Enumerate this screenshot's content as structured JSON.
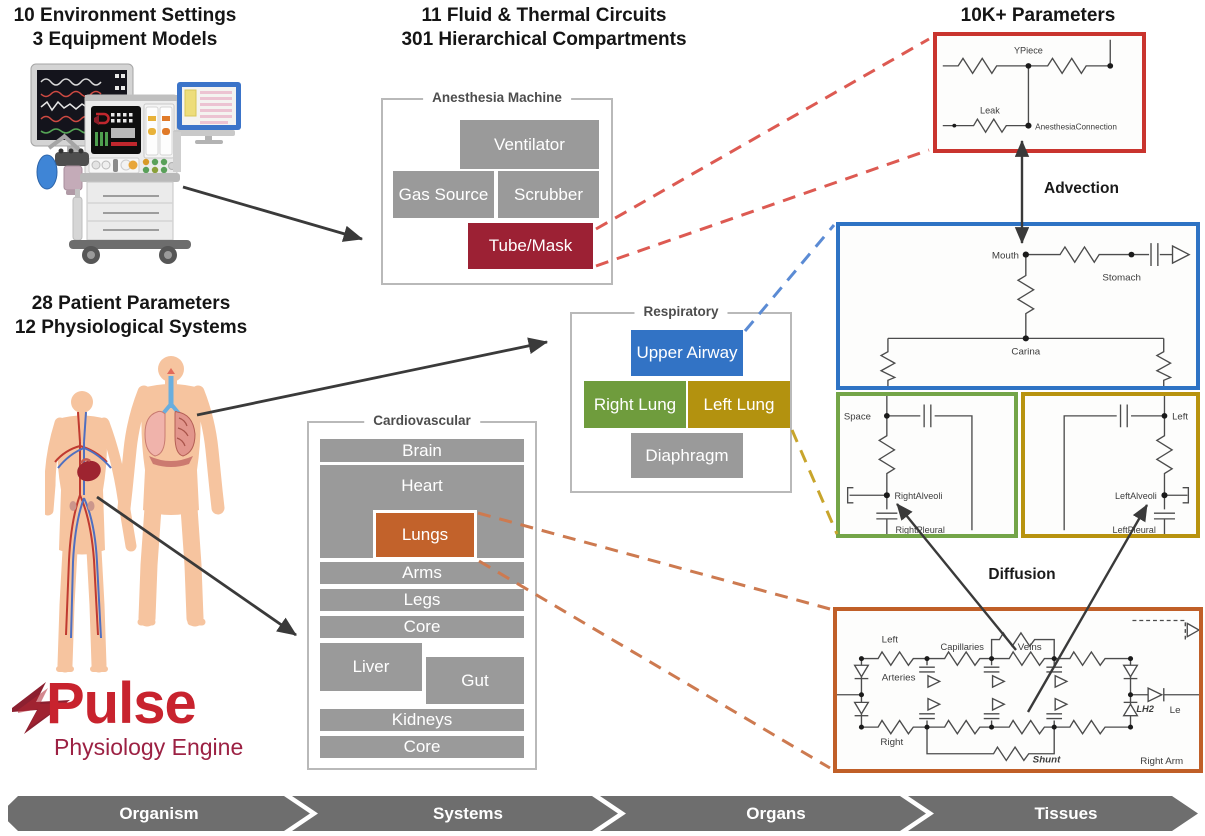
{
  "headings": {
    "environment_line1": "10 Environment Settings",
    "environment_line2": "3 Equipment Models",
    "circuits_line1": "11 Fluid & Thermal Circuits",
    "circuits_line2": "301 Hierarchical Compartments",
    "parameters": "10K+ Parameters",
    "patient_line1": "28 Patient Parameters",
    "patient_line2": "12 Physiological Systems"
  },
  "compartments": {
    "anesthesia_machine": {
      "title": "Anesthesia Machine",
      "ventilator": "Ventilator",
      "gas_source": "Gas Source",
      "scrubber": "Scrubber",
      "tube_mask": "Tube/Mask"
    },
    "respiratory": {
      "title": "Respiratory",
      "upper_airway": "Upper Airway",
      "right_lung": "Right Lung",
      "left_lung": "Left Lung",
      "diaphragm": "Diaphragm"
    },
    "cardiovascular": {
      "title": "Cardiovascular",
      "brain": "Brain",
      "heart": "Heart",
      "lungs": "Lungs",
      "arms": "Arms",
      "legs": "Legs",
      "core": "Core",
      "liver": "Liver",
      "gut": "Gut",
      "kidneys": "Kidneys",
      "core2": "Core"
    }
  },
  "transport": {
    "advection": "Advection",
    "diffusion": "Diffusion"
  },
  "circuits": {
    "anesthesia": {
      "ypiece": "YPiece",
      "leak": "Leak",
      "connection": "AnesthesiaConnection"
    },
    "airway": {
      "mouth": "Mouth",
      "stomach": "Stomach",
      "carina": "Carina"
    },
    "right_lung": {
      "dead_space": "Space",
      "alveoli": "RightAlveoli",
      "pleural": "RightPleural"
    },
    "left_lung": {
      "dead_space": "Left",
      "alveoli": "LeftAlveoli",
      "pleural": "LeftPleural"
    },
    "cardiovascular": {
      "left": "Left",
      "arteries": "Arteries",
      "capillaries": "Capillaries",
      "veins": "Veins",
      "right": "Right",
      "shunt": "Shunt",
      "lh2": "LH2",
      "left_clipped": "Le",
      "right_arm": "Right Arm"
    }
  },
  "illustrations": {
    "equipment": "anesthesia-machine-illustration",
    "patient": "human-anatomy-figures-illustration"
  },
  "logo": {
    "name": "Pulse",
    "tagline": "Physiology Engine"
  },
  "scale_bar": [
    "Organism",
    "Systems",
    "Organs",
    "Tissues"
  ],
  "colors": {
    "block_gray": "#9a9a9a",
    "tube_mask_red": "#9c2134",
    "upper_airway_blue": "#3273c5",
    "right_lung_green": "#6f9c3d",
    "left_lung_gold": "#b3920f",
    "lungs_orange": "#c2622b",
    "anesthesia_circuit_border": "#c9342e",
    "airway_circuit_border": "#2e73c4",
    "right_lung_circuit_border": "#74a548",
    "left_lung_circuit_border": "#b8930f",
    "cardio_circuit_border": "#c05f28",
    "dashed_red": "#dd5a52",
    "dashed_blue": "#5b8bd4",
    "dashed_gold": "#c8a52c",
    "dashed_orange": "#cd7a50",
    "scale_bar_gray": "#6e6e6e",
    "logo_red": "#c8232e",
    "logo_maroon": "#9c2143"
  }
}
